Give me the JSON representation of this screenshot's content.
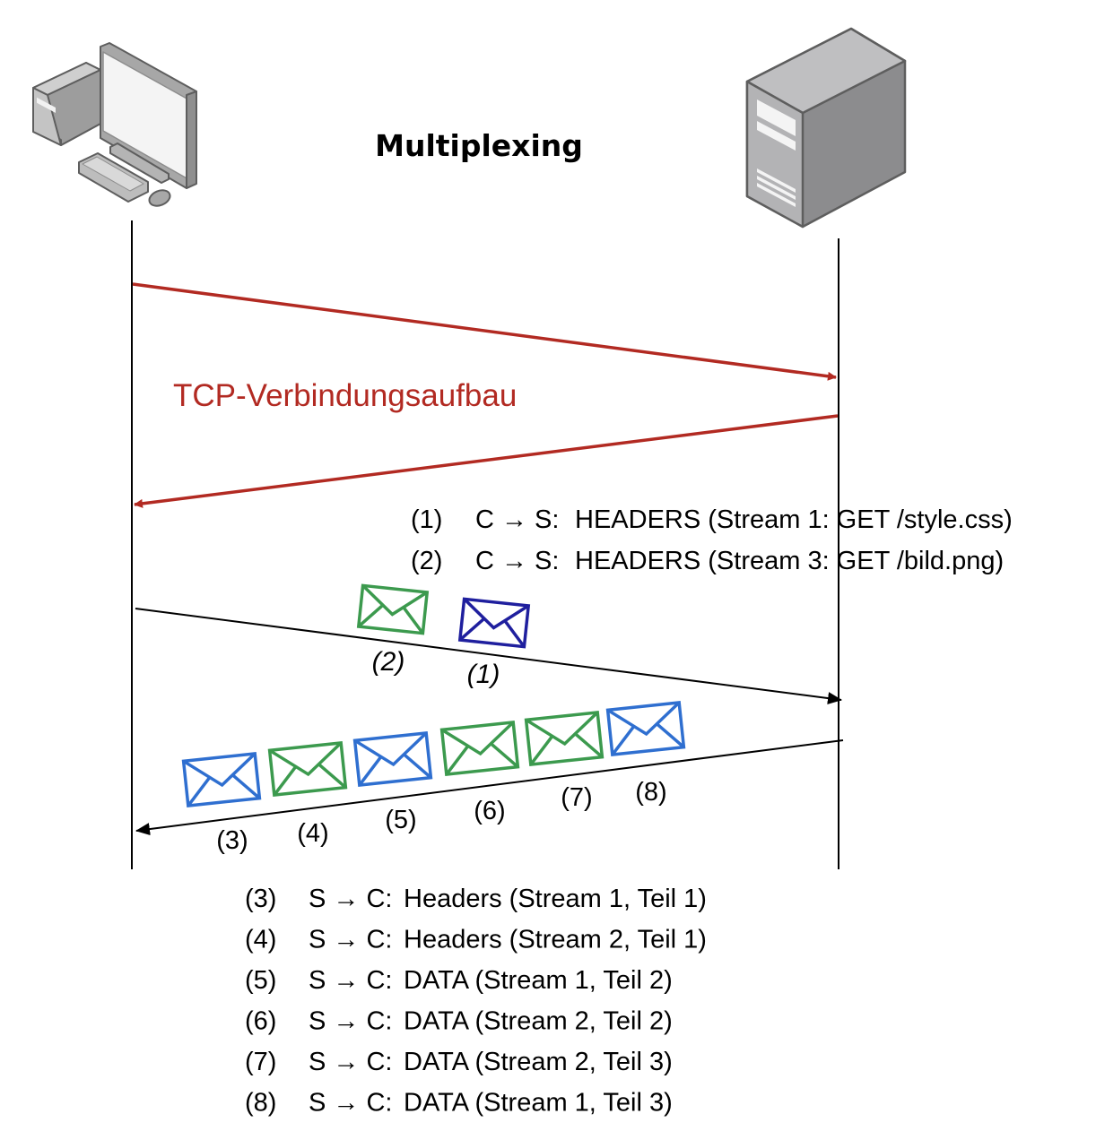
{
  "title": "Multiplexing",
  "actors": {
    "client": {
      "name": "client-computer",
      "icon": "desktop-computer-icon"
    },
    "server": {
      "name": "server",
      "icon": "server-tower-icon"
    }
  },
  "colors": {
    "tcp": "#b22a22",
    "stream1_request": "#1f1f9e",
    "stream_blue": "#2f6fd0",
    "stream_green": "#3c9a4e",
    "line": "#000000",
    "icon_light": "#c7c7c7",
    "icon_mid": "#a9a9a9",
    "icon_dark": "#8a8a8a",
    "icon_stroke": "#5e5e5e"
  },
  "tcp": {
    "label": "TCP-Verbindungsaufbau"
  },
  "requests": {
    "lines": [
      {
        "num": "(1)",
        "dir": "C → S:",
        "text": "HEADERS (Stream 1: GET /style.css)"
      },
      {
        "num": "(2)",
        "dir": "C → S:",
        "text": "HEADERS (Stream 3: GET /bild.png)"
      }
    ],
    "envelopes": [
      {
        "label": "(2)",
        "color": "green"
      },
      {
        "label": "(1)",
        "color": "navy"
      }
    ]
  },
  "responses": {
    "envelopes": [
      {
        "label": "(3)",
        "color": "blue"
      },
      {
        "label": "(4)",
        "color": "green"
      },
      {
        "label": "(5)",
        "color": "blue"
      },
      {
        "label": "(6)",
        "color": "green"
      },
      {
        "label": "(7)",
        "color": "green"
      },
      {
        "label": "(8)",
        "color": "blue"
      }
    ],
    "lines": [
      {
        "num": "(3)",
        "dir": "S → C:",
        "text": "Headers (Stream 1, Teil 1)"
      },
      {
        "num": "(4)",
        "dir": "S → C:",
        "text": "Headers (Stream 2, Teil 1)"
      },
      {
        "num": "(5)",
        "dir": "S → C:",
        "text": "DATA (Stream 1, Teil 2)"
      },
      {
        "num": "(6)",
        "dir": "S → C:",
        "text": "DATA (Stream 2, Teil 2)"
      },
      {
        "num": "(7)",
        "dir": "S → C:",
        "text": "DATA (Stream 2, Teil 3)"
      },
      {
        "num": "(8)",
        "dir": "S → C:",
        "text": "DATA (Stream 1, Teil 3)"
      }
    ]
  }
}
